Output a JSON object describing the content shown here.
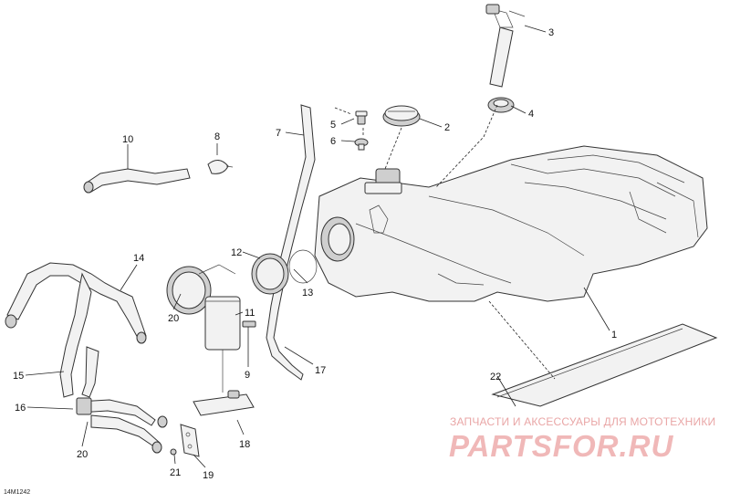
{
  "diagram": {
    "callouts": [
      "1",
      "2",
      "3",
      "4",
      "5",
      "6",
      "7",
      "8",
      "9",
      "10",
      "11",
      "12",
      "13",
      "14",
      "15",
      "16",
      "17",
      "18",
      "19",
      "20",
      "20",
      "21",
      "22"
    ],
    "drawing_code": "14M1242"
  },
  "watermark": {
    "caption": "ЗАПЧАСТИ И АКСЕССУАРЫ ДЛЯ МОТОТЕХНИКИ",
    "logo": "PARTSFOR.RU"
  }
}
